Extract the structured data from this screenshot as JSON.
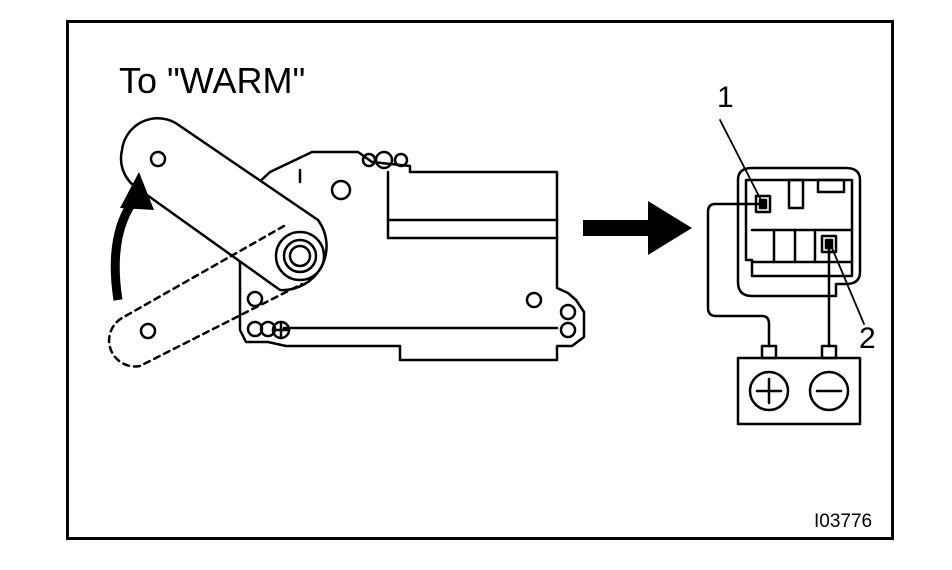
{
  "diagram": {
    "title": "To \"WARM\"",
    "callouts": [
      {
        "label": "1"
      },
      {
        "label": "2"
      }
    ],
    "battery": {
      "positive_symbol": "+",
      "negative_symbol": "−"
    },
    "document_id": "I03776"
  },
  "colors": {
    "ink": "#000000",
    "paper": "#ffffff"
  },
  "icons": [
    "rotate-arrow-icon",
    "direction-arrow-icon",
    "battery-icon"
  ]
}
